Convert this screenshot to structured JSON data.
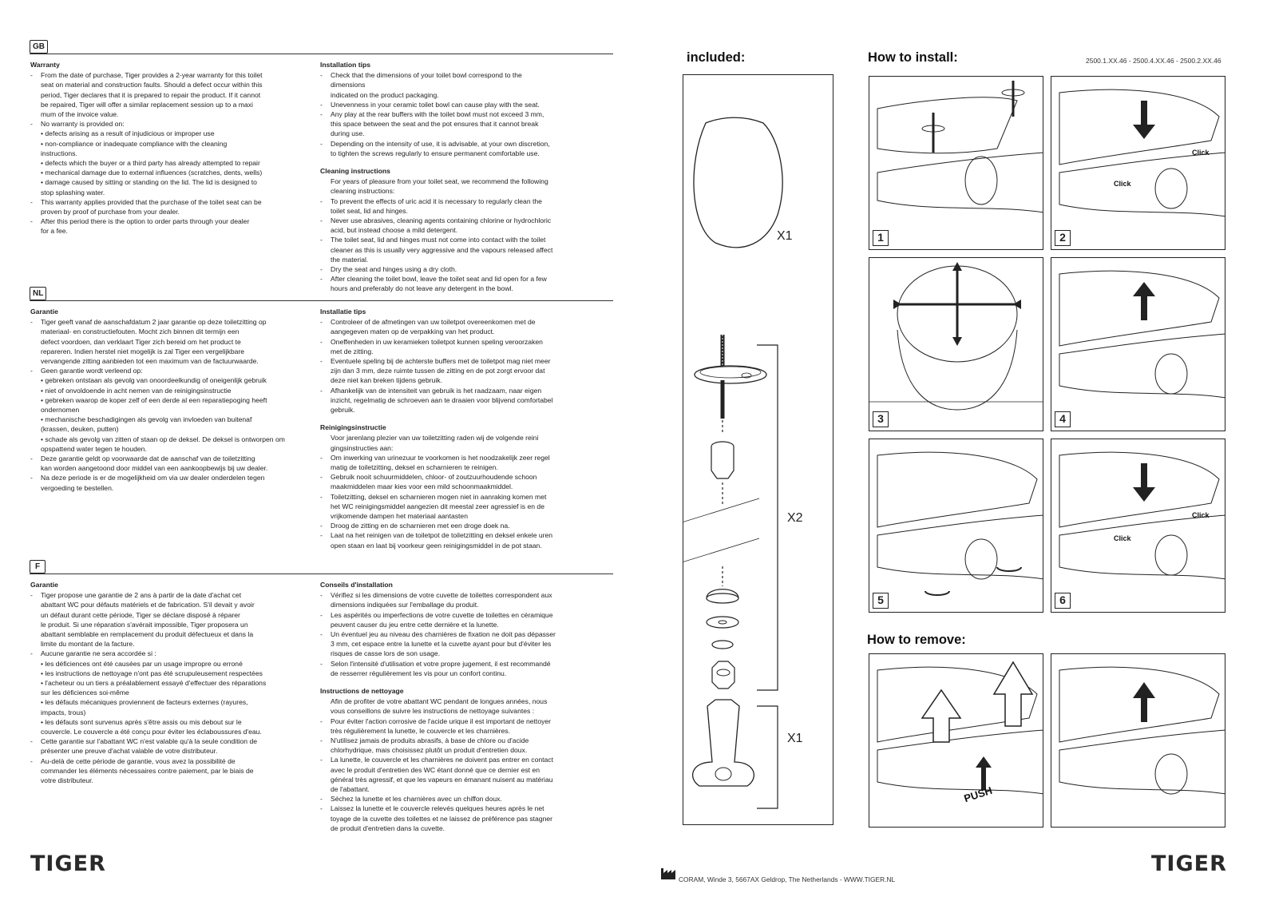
{
  "sections": {
    "gb": {
      "lang": "GB",
      "warranty": {
        "heading": "Warranty",
        "items": [
          {
            "dash": "-",
            "text": "From the date of purchase, Tiger provides a 2-year warranty for this toilet\nseat on material and construction faults. Should a defect occur within this\nperiod, Tiger declares that it is prepared to repair the product. If it cannot\nbe repaired, Tiger will offer a similar replacement session up to a maxi\nmum of the invoice value."
          },
          {
            "dash": "-",
            "text": "No warranty is provided on:\n• defects arising as a result of injudicious or improper use\n• non-compliance or inadequate compliance with the cleaning\ninstructions.\n• defects which the buyer or a third party has already attempted to repair\n• mechanical damage due to external influences (scratches, dents, wells)\n• damage caused by sitting or standing on the lid. The lid is designed to\nstop splashing water."
          },
          {
            "dash": "-",
            "text": "This warranty applies provided that the purchase of the toilet seat can be\nproven by proof of purchase from your dealer."
          },
          {
            "dash": "-",
            "text": "After this period there is the option to order parts through your dealer\nfor a fee."
          }
        ]
      },
      "tips": {
        "heading": "Installation tips",
        "items": [
          {
            "dash": "-",
            "text": "Check that the dimensions of your toilet bowl correspond to the\ndimensions\nindicated on the product packaging."
          },
          {
            "dash": "-",
            "text": "Unevenness in your ceramic toilet bowl can cause play with the seat."
          },
          {
            "dash": "-",
            "text": "Any play at the rear buffers with the toilet bowl must not exceed 3 mm,\n  this space between the seat and the pot ensures that it cannot break\nduring use."
          },
          {
            "dash": "-",
            "text": "Depending on the intensity of use, it is advisable, at your own discretion,\nto tighten the screws regularly to ensure permanent comfortable use."
          }
        ]
      },
      "cleaning": {
        "heading": "Cleaning instructions",
        "intro": "For years of pleasure from your toilet seat, we recommend the following\ncleaning instructions:",
        "items": [
          {
            "dash": "-",
            "text": "To prevent the effects of uric acid it is necessary to regularly clean the\ntoilet seat, lid and hinges."
          },
          {
            "dash": "-",
            "text": "Never use abrasives, cleaning agents containing chlorine or hydrochloric\nacid, but instead choose a mild detergent."
          },
          {
            "dash": "-",
            "text": "The toilet seat, lid and hinges must not come into contact with the toilet\ncleaner as this is usually very aggressive and the vapours released affect\nthe material."
          },
          {
            "dash": "-",
            "text": "Dry the seat and hinges using a dry cloth."
          },
          {
            "dash": "-",
            "text": "After cleaning the toilet bowl, leave the toilet seat and lid open for a few\nhours and preferably do not leave any detergent in the bowl."
          }
        ]
      }
    },
    "nl": {
      "lang": "NL",
      "warranty": {
        "heading": "Garantie",
        "items": [
          {
            "dash": "-",
            "text": "Tiger geeft vanaf de aanschafdatum 2 jaar garantie op deze toiletzitting op\nmateriaal- en constructiefouten. Mocht zich binnen dit termijn een\ndefect voordoen, dan verklaart Tiger zich bereid om het product te\nrepareren. Indien    herstel niet mogelijk is zal Tiger een vergelijkbare\nvervangende zitting aanbieden tot een maximum van de factuurwaarde."
          },
          {
            "dash": "-",
            "text": "Geen garantie wordt verleend op:\n• gebreken ontstaan als gevolg van onoordeelkundig of oneigenlijk gebruik\n• niet of onvoldoende in acht nemen van de reinigingsinstructie\n• gebreken waarop de koper zelf of een derde al een reparatiepoging heeft\nondernomen\n• mechanische beschadigingen als gevolg van invloeden van buitenaf\n(krassen, deuken, putten)\n• schade als gevolg van zitten of staan op de deksel. De deksel is ontworpen om\nopspattend water tegen te houden."
          },
          {
            "dash": "-",
            "text": "Deze garantie geldt op voorwaarde dat de aanschaf van de toiletzitting\nkan worden aangetoond door middel van een aankoopbewijs bij uw dealer."
          },
          {
            "dash": "-",
            "text": "Na deze periode is er de mogelijkheid om via uw dealer onderdelen tegen\nvergoeding te bestellen."
          }
        ]
      },
      "tips": {
        "heading": "Installatie tips",
        "items": [
          {
            "dash": "-",
            "text": "Controleer of de afmetingen van uw toiletpot overeenkomen met de\naangegeven maten op de verpakking van het product."
          },
          {
            "dash": "-",
            "text": "Oneffenheden in uw keramieken toiletpot kunnen speling veroorzaken\nmet de  zitting."
          },
          {
            "dash": "-",
            "text": "Eventuele speling bij de achterste buffers met de toiletpot mag niet meer\nzijn dan 3 mm, deze ruimte tussen de zitting en de pot zorgt ervoor dat\ndeze niet kan breken tijdens gebruik."
          },
          {
            "dash": "-",
            "text": "Afhankelijk van de intensiteit van gebruik is het raadzaam, naar eigen\ninzicht, regelmatig de schroeven aan te draaien voor blijvend comfortabel\ngebruik."
          }
        ]
      },
      "cleaning": {
        "heading": "Reinigingsinstructie",
        "intro": "Voor jarenlang plezier van uw toiletzitting raden wij de volgende reini\ngingsinstructies aan:",
        "items": [
          {
            "dash": "-",
            "text": "Om inwerking van urinezuur te voorkomen is het noodzakelijk zeer regel\nmatig de toiletzitting, deksel en scharnieren te reinigen."
          },
          {
            "dash": "-",
            "text": "Gebruik nooit schuurmiddelen, chloor- of zoutzuurhoudende schoon\nmaakmiddelen maar kies voor een mild schoonmaakmiddel."
          },
          {
            "dash": "-",
            "text": "Toiletzitting, deksel en scharnieren mogen niet in aanraking komen met\nhet WC reinigingsmiddel aangezien dit meestal zeer agressief is en de\nvrijkomende dampen het materiaal aantasten"
          },
          {
            "dash": "-",
            "text": "Droog de zitting en de scharnieren met een droge doek na."
          },
          {
            "dash": "-",
            "text": "Laat na het reinigen van de toiletpot de toiletzitting en deksel enkele uren\nopen staan en laat bij voorkeur geen reinigingsmiddel in de pot staan."
          }
        ]
      }
    },
    "fr": {
      "lang": "F",
      "warranty": {
        "heading": "Garantie",
        "items": [
          {
            "dash": "-",
            "text": "Tiger propose une garantie de 2 ans à partir de la date d'achat cet\nabattant  WC pour défauts matériels et de fabrication. S'il devait y avoir\nun défaut durant cette période, Tiger se déclare disposé à réparer\nle produit. Si une réparation s'avérait impossible, Tiger proposera un\nabattant semblable en remplacement du produit défectueux et dans la\nlimite du montant de la facture."
          },
          {
            "dash": "-",
            "text": "Aucune garantie ne sera accordée si :\n• les déficiences ont été causées par un usage impropre ou erroné\n• les instructions de nettoyage n'ont pas été scrupuleusement respectées\n• l'acheteur ou un tiers a préalablement essayé d'effectuer des réparations\nsur les déficiences soi-même\n• les défauts mécaniques proviennent de facteurs externes (rayures,\nimpacts, trous)\n• les défauts sont survenus après s'être assis ou mis debout sur le\ncouvercle. Le couvercle a été conçu pour éviter les éclaboussures d'eau."
          },
          {
            "dash": "-",
            "text": "Cette garantie sur l'abattant WC n'est valable qu'à la seule condition de\nprésenter une preuve d'achat valable de votre distributeur."
          },
          {
            "dash": "-",
            "text": "Au-delà de cette période de garantie, vous avez la possibilité de\ncommander les éléments nécessaires contre paiement, par le biais de\nvotre distributeur."
          }
        ]
      },
      "tips": {
        "heading": "Conseils d'installation",
        "items": [
          {
            "dash": "-",
            "text": "Vérifiez si les dimensions de votre cuvette de toilettes correspondent aux\ndimensions indiquées sur l'emballage du produit."
          },
          {
            "dash": "-",
            "text": "Les aspérités ou imperfections de votre cuvette de toilettes en céramique\npeuvent causer du jeu entre cette dernière et la lunette."
          },
          {
            "dash": "-",
            "text": "Un éventuel jeu au niveau des charnières de fixation ne doit pas dépasser\n3 mm, cet espace entre la lunette et la cuvette ayant pour but d'éviter les\nrisques de casse lors de son usage."
          },
          {
            "dash": "-",
            "text": "Selon l'intensité d'utilisation et votre propre jugement, il est recommandé\nde resserrer régulièrement les vis pour un confort continu."
          }
        ]
      },
      "cleaning": {
        "heading": "Instructions de nettoyage",
        "intro": "Afin de profiter de votre abattant WC pendant de longues années, nous\nvous conseillons de suivre les instructions de nettoyage suivantes :",
        "items": [
          {
            "dash": "-",
            "text": "Pour éviter l'action corrosive de l'acide urique il est important de nettoyer\ntrès régulièrement la lunette, le couvercle et les charnières."
          },
          {
            "dash": "-",
            "text": "N'utilisez jamais de produits abrasifs, à base de chlore ou d'acide\nchlorhydrique, mais choisissez plutôt un produit d'entretien doux."
          },
          {
            "dash": "-",
            "text": "La lunette, le couvercle et les charnières ne doivent pas entrer en contact\navec le produit d'entretien des WC étant donné que ce dernier est en\ngénéral très agressif, et que les vapeurs en émanant nuisent au matériau\nde l'abattant."
          },
          {
            "dash": "-",
            "text": "Séchez la lunette et les charnières avec un chiffon doux."
          },
          {
            "dash": "-",
            "text": "Laissez la lunette et le couvercle relevés quelques heures après le net\ntoyage de la cuvette des toilettes et ne laissez de préférence pas stagner\nde produit d'entretien dans la cuvette."
          }
        ]
      }
    }
  },
  "brand": {
    "logo_left": "TIGER",
    "logo_right": "TIGER"
  },
  "footer": {
    "address": "CORAM, Winde 3, 5667AX Geldrop, The Netherlands - WWW.TIGER.NL"
  },
  "included": {
    "title": "included:",
    "quantities": {
      "seat": "X1",
      "fixings": "X2",
      "tool": "X1"
    }
  },
  "install": {
    "title": "How to install:",
    "model_codes": "2500.1.XX.46 - 2500.4.XX.46 - 2500.2.XX.46",
    "steps": [
      "1",
      "2",
      "3",
      "4",
      "5",
      "6"
    ],
    "click_label": "Click"
  },
  "remove": {
    "title": "How to remove:",
    "push_label": "PUSH"
  }
}
